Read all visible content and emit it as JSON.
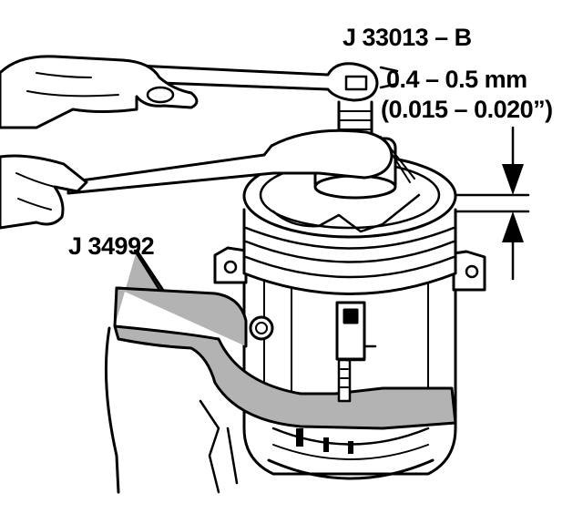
{
  "labels": {
    "tool_wrench": "J 33013 – B",
    "tool_holder": "J 34992",
    "gap_metric": "0.4 – 0.5 mm",
    "gap_imperial": "(0.015 – 0.020”)"
  },
  "colors": {
    "line": "#000000",
    "background": "#ffffff",
    "holder_fill": "#b3b3b3"
  }
}
